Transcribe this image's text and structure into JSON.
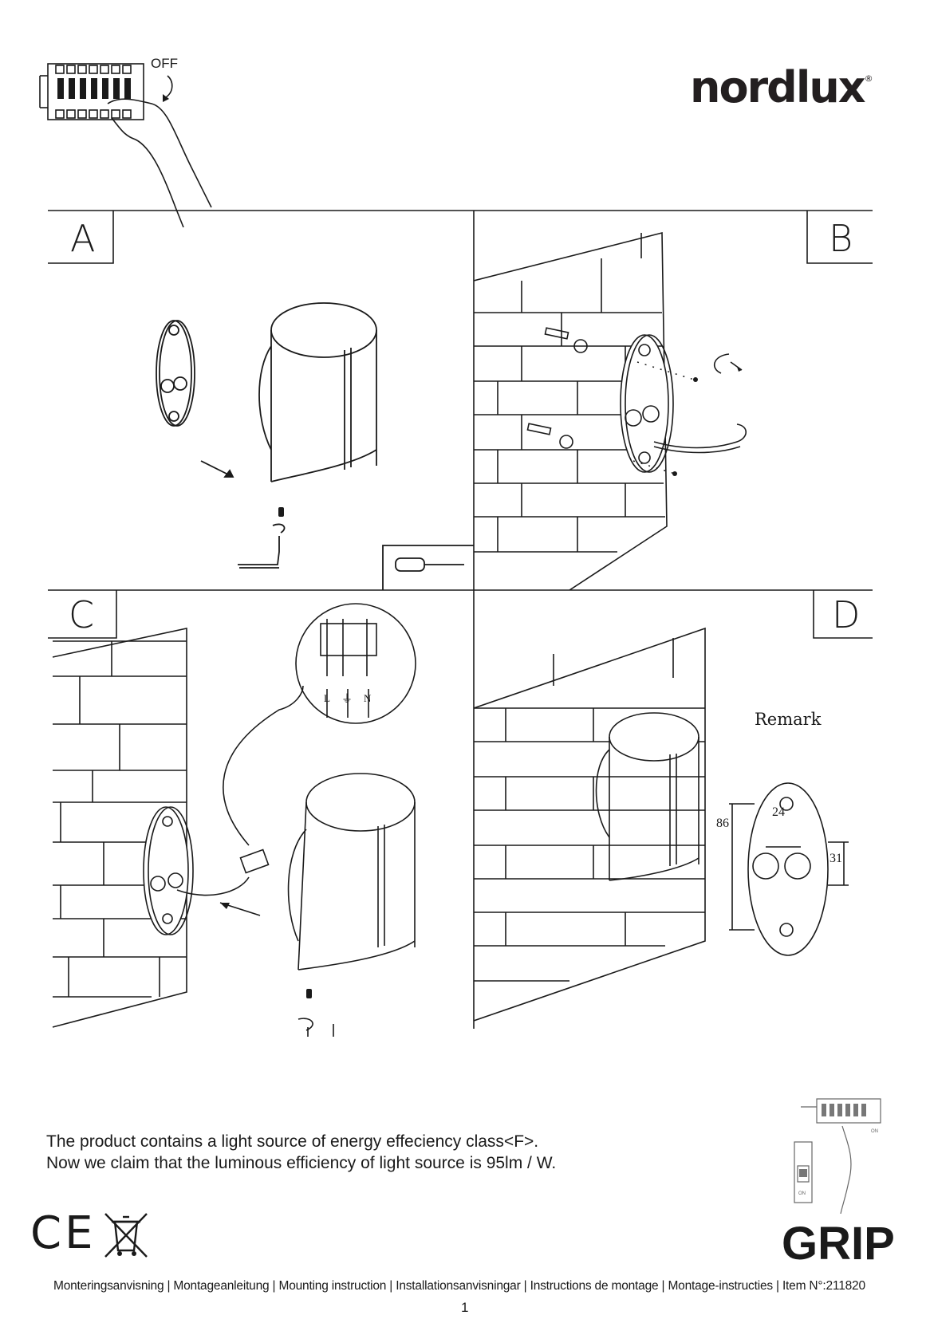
{
  "header": {
    "off_label": "OFF",
    "brand_name": "nordlux",
    "brand_mark": "®"
  },
  "panels": [
    {
      "letter": "A"
    },
    {
      "letter": "B"
    },
    {
      "letter": "C"
    },
    {
      "letter": "D"
    }
  ],
  "wiring": {
    "live": "L",
    "neutral": "N",
    "earth_icon": "ground-symbol-icon"
  },
  "remark": {
    "title": "Remark",
    "dim_height": "86",
    "dim_spacing": "24",
    "dim_offset": "31"
  },
  "mini_illustration": {
    "on_label_1": "ON",
    "on_label_2": "ON"
  },
  "energy_note": {
    "line1": "The product contains a light source of energy effeciency class<F>.",
    "line2": "Now we claim that the luminous efficiency of light source is 95lm / W."
  },
  "marks": {
    "ce": "CE",
    "weee_icon": "crossed-out-wheelie-bin-icon"
  },
  "product_name": "GRIP",
  "footer": {
    "languages": "Monteringsanvisning | Montageanleitung | Mounting instruction | Installationsanvisningar | Instructions de montage | Montage-instructies | Item N°:211820",
    "page_number": "1"
  },
  "colors": {
    "ink": "#1a1a1a",
    "paper": "#ffffff"
  }
}
